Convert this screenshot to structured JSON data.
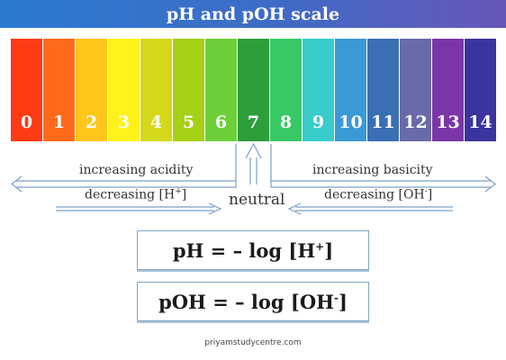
{
  "title": "pH and pOH scale",
  "scale": {
    "values": [
      "0",
      "1",
      "2",
      "3",
      "4",
      "5",
      "6",
      "7",
      "8",
      "9",
      "10",
      "11",
      "12",
      "13",
      "14"
    ],
    "colors": [
      "#ff3b14",
      "#ff6a1a",
      "#ffc61a",
      "#fff21a",
      "#d4d81a",
      "#a6d016",
      "#6ccf3a",
      "#2e9e3a",
      "#38c866",
      "#38cccc",
      "#3a9ad6",
      "#3a6fb4",
      "#6a6aa8",
      "#7a36a8",
      "#3a349e"
    ]
  },
  "labels": {
    "acidity": "increasing acidity",
    "decreasing_h_prefix": "decreasing [H",
    "decreasing_h_charge": "+",
    "decreasing_h_suffix": "]",
    "neutral": "neutral",
    "basicity": "increasing basicity",
    "decreasing_oh_prefix": "decreasing [OH",
    "decreasing_oh_charge": "-",
    "decreasing_oh_suffix": "]"
  },
  "formulas": {
    "ph_prefix": "pH = – log [H",
    "ph_charge": "+",
    "ph_suffix": "]",
    "poh_prefix": "pOH = – log [OH",
    "poh_charge": "-",
    "poh_suffix": "]"
  },
  "credit": "priyamstudycentre.com"
}
